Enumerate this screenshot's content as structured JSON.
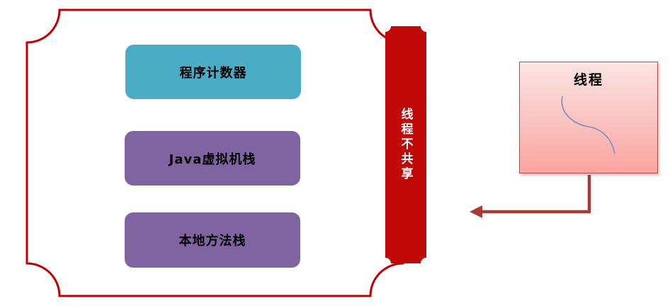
{
  "diagram": {
    "description": "JVM thread-private memory areas diagram",
    "memory_boxes": [
      {
        "label": "程序计数器"
      },
      {
        "label": "Java虚拟机栈"
      },
      {
        "label": "本地方法栈"
      }
    ],
    "ribbon": {
      "label": "线程不共享"
    },
    "thread_box": {
      "label": "线程"
    }
  },
  "colors": {
    "outline_red": "#C00000",
    "ribbon_red": "#C00808",
    "arrow_red": "#A93A33",
    "teal": "#4BACC6",
    "purple": "#8064A2",
    "pink_border": "#B64A45",
    "pink_gradient_top": "#FBE5E3",
    "pink_gradient_bottom": "#F9A4A0",
    "curve_blue": "#7B8BC4",
    "box_text": "#000000",
    "ribbon_text": "#FFFFFF"
  }
}
